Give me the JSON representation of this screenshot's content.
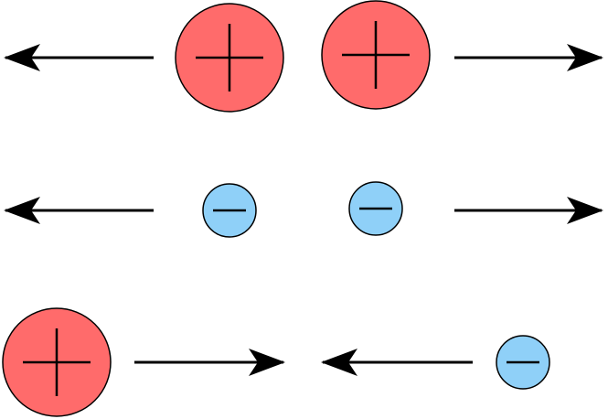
{
  "diagram": {
    "description_text": "",
    "colors": {
      "positive_fill": "#ff6b6b",
      "negative_fill": "#8fd0f8",
      "stroke": "#000000"
    },
    "rows": [
      {
        "name": "like-positive-charges-repel",
        "items": [
          {
            "kind": "arrow",
            "direction": "left"
          },
          {
            "kind": "charge",
            "sign": "positive",
            "size": "large"
          },
          {
            "kind": "charge",
            "sign": "positive",
            "size": "large"
          },
          {
            "kind": "arrow",
            "direction": "right"
          }
        ]
      },
      {
        "name": "like-negative-charges-repel",
        "items": [
          {
            "kind": "arrow",
            "direction": "left"
          },
          {
            "kind": "charge",
            "sign": "negative",
            "size": "small"
          },
          {
            "kind": "charge",
            "sign": "negative",
            "size": "small"
          },
          {
            "kind": "arrow",
            "direction": "right"
          }
        ]
      },
      {
        "name": "opposite-charges-attract",
        "items": [
          {
            "kind": "charge",
            "sign": "positive",
            "size": "large"
          },
          {
            "kind": "arrow",
            "direction": "right"
          },
          {
            "kind": "arrow",
            "direction": "left"
          },
          {
            "kind": "charge",
            "sign": "negative",
            "size": "small"
          }
        ]
      }
    ]
  }
}
